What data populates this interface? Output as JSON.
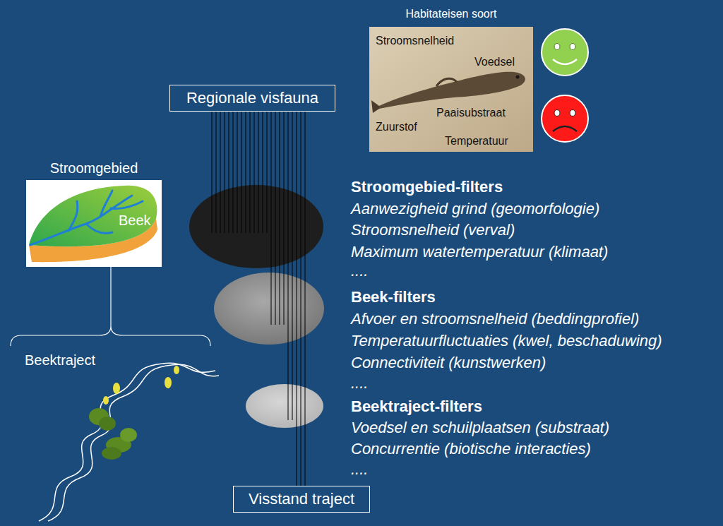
{
  "diagram": {
    "nodes": [
      {
        "text": [
          "Habitateisen soort",
          "Stroomsnelheid",
          "Voedsel",
          "Paaisubstraat",
          "Zuurstof",
          "Temperatuur"
        ]
      },
      {
        "text": [
          "Regionale visfauna"
        ]
      },
      {
        "text": [
          "Stroomgebied",
          "Beek"
        ]
      },
      {
        "text": [
          "Visstand traject"
        ]
      }
    ],
    "edges": [
      {
        "from": 1,
        "to": 3,
        "arrow": "none"
      },
      {
        "from": 1,
        "to": 3,
        "arrow": "none"
      },
      {
        "from": 1,
        "to": 3,
        "arrow": "none"
      }
    ],
    "labels": [
      "Stroomgebied-filters",
      "Aanwezigheid grind (geomorfologie)",
      "Stroomsnelheid (verval)",
      "Maximum watertemperatuur (klimaat)",
      "....",
      "Beek-filters",
      "Afvoer en stroomsnelheid (beddingprofiel)",
      "Temperatuurfluctuaties (kwel, beschaduwing)",
      "Connectiviteit (kunstwerken)",
      "....",
      "Beektraject-filters",
      "Voedsel en schuilplaatsen (substraat)",
      "Concurrentie (biotische interacties)",
      "....",
      "Beektraject"
    ]
  }
}
